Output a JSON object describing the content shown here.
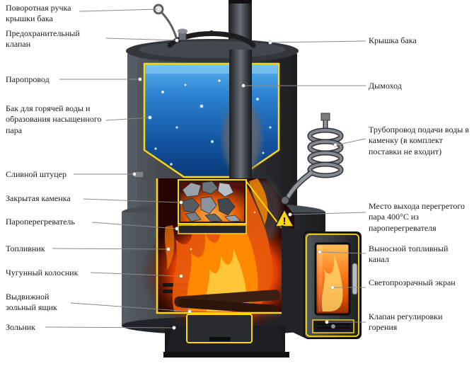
{
  "labels_left": [
    {
      "text": "Поворотная ручка крышки бака"
    },
    {
      "text": "Предохранительный клапан"
    },
    {
      "text": "Паропровод"
    },
    {
      "text": "Бак для горячей воды и образования насыщенного пара"
    },
    {
      "text": "Сливной штуцер"
    },
    {
      "text": "Закрытая каменка"
    },
    {
      "text": "Пароперегреватель"
    },
    {
      "text": "Топливник"
    },
    {
      "text": "Чугунный колосник"
    },
    {
      "text": "Выдвижной зольный ящик"
    },
    {
      "text": "Зольник"
    }
  ],
  "labels_right": [
    {
      "text": "Крышка бака"
    },
    {
      "text": "Дымоход"
    },
    {
      "text": "Трубопровод подачи воды в каменку (в комплект поставки не входит)"
    },
    {
      "text": "Место выхода перегретого пара 400°C из пароперегревателя"
    },
    {
      "text": "Выносной топливный канал"
    },
    {
      "text": "Светопрозрачный экран"
    },
    {
      "text": "Клапан регулировки горения"
    }
  ],
  "warning": {
    "symbol": "!"
  },
  "colors": {
    "cut_line": "#ffd60a",
    "water": "#1d6bbf",
    "fire": "#ff7a00",
    "metal": "#3a3f44",
    "leader_line": "#8a8a8a"
  }
}
